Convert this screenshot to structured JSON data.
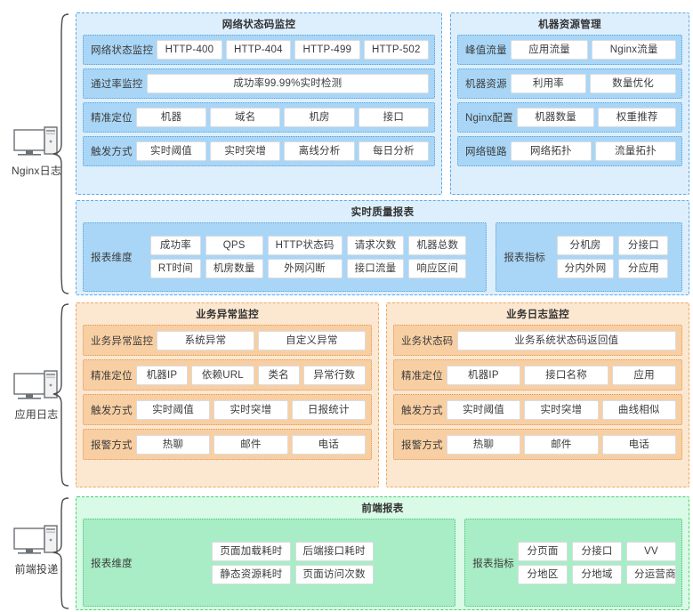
{
  "sources": [
    {
      "id": "nginx",
      "label": "Nginx日志",
      "icon": "desktop-computer-icon"
    },
    {
      "id": "app",
      "label": "应用日志",
      "icon": "desktop-computer-icon"
    },
    {
      "id": "frontend",
      "label": "前端投递",
      "icon": "desktop-computer-icon"
    }
  ],
  "groups": {
    "nginx": {
      "panels": {
        "network_status": {
          "title": "网络状态码监控",
          "rows": [
            {
              "label": "网络状态监控",
              "chips": [
                "HTTP-400",
                "HTTP-404",
                "HTTP-499",
                "HTTP-502"
              ]
            },
            {
              "label": "通过率监控",
              "chips": [
                "成功率99.99%实时检测"
              ]
            },
            {
              "label": "精准定位",
              "chips": [
                "机器",
                "域名",
                "机房",
                "接口"
              ]
            },
            {
              "label": "触发方式",
              "chips": [
                "实时阈值",
                "实时突增",
                "离线分析",
                "每日分析"
              ]
            }
          ]
        },
        "machine_resource": {
          "title": "机器资源管理",
          "rows": [
            {
              "label": "峰值流量",
              "chips": [
                "应用流量",
                "Nginx流量"
              ]
            },
            {
              "label": "机器资源",
              "chips": [
                "利用率",
                "数量优化"
              ]
            },
            {
              "label": "Nginx配置",
              "chips": [
                "机器数量",
                "权重推荐"
              ]
            },
            {
              "label": "网络链路",
              "chips": [
                "网络拓扑",
                "流量拓扑"
              ]
            }
          ]
        },
        "realtime_report": {
          "title": "实时质量报表",
          "dimension": {
            "label": "报表维度",
            "chips": [
              "成功率",
              "RT时间",
              "QPS",
              "机房数量",
              "HTTP状态码",
              "外网闪断",
              "请求次数",
              "接口流量",
              "机器总数",
              "响应区间"
            ]
          },
          "metric": {
            "label": "报表指标",
            "chips": [
              "分机房",
              "分内外网",
              "分接口",
              "分应用"
            ]
          }
        }
      }
    },
    "app": {
      "panels": {
        "business_exception": {
          "title": "业务异常监控",
          "rows": [
            {
              "label": "业务异常监控",
              "chips": [
                "系统异常",
                "自定义异常"
              ]
            },
            {
              "label": "精准定位",
              "chips": [
                "机器IP",
                "依赖URL",
                "类名",
                "异常行数"
              ]
            },
            {
              "label": "触发方式",
              "chips": [
                "实时阈值",
                "实时突增",
                "日报统计"
              ]
            },
            {
              "label": "报警方式",
              "chips": [
                "热聊",
                "邮件",
                "电话"
              ]
            }
          ]
        },
        "business_log": {
          "title": "业务日志监控",
          "rows": [
            {
              "label": "业务状态码",
              "chips": [
                "业务系统状态码返回值"
              ]
            },
            {
              "label": "精准定位",
              "chips": [
                "机器IP",
                "接口名称",
                "应用"
              ]
            },
            {
              "label": "触发方式",
              "chips": [
                "实时阈值",
                "实时突增",
                "曲线相似"
              ]
            },
            {
              "label": "报警方式",
              "chips": [
                "热聊",
                "邮件",
                "电话"
              ]
            }
          ]
        }
      }
    },
    "frontend": {
      "panels": {
        "frontend_report": {
          "title": "前端报表",
          "dimension": {
            "label": "报表维度",
            "chips": [
              "页面加载耗时",
              "静态资源耗时",
              "后端接口耗时",
              "页面访问次数"
            ]
          },
          "metric": {
            "label": "报表指标",
            "chips": [
              "分页面",
              "分地区",
              "分接口",
              "分地域",
              "VV",
              "分运营商"
            ]
          }
        }
      }
    }
  },
  "colors": {
    "blue_panel_bg": "#ddeffc",
    "blue_panel_border": "#5fa8e8",
    "blue_band_bg": "#a9d6f6",
    "orange_panel_bg": "#fce7d0",
    "orange_panel_border": "#f0a860",
    "orange_band_bg": "#f8cfa3",
    "green_panel_bg": "#d8fae6",
    "green_panel_border": "#4ed06a",
    "green_band_bg": "#a8edc5",
    "chip_bg": "#ffffff",
    "text": "#3c3c3c"
  }
}
